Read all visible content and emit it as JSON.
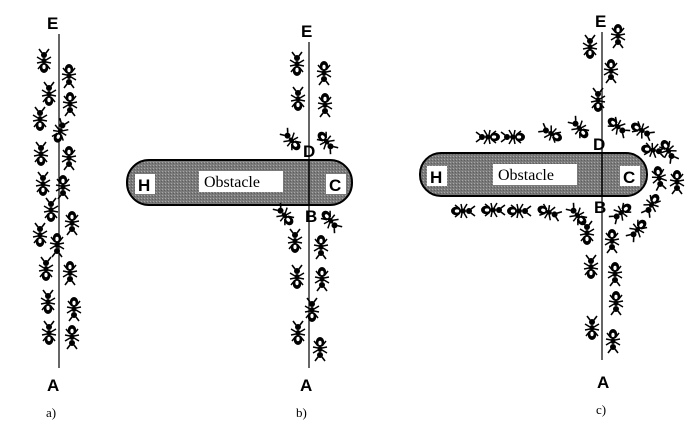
{
  "panels": [
    {
      "caption": "a)",
      "top_label": "E",
      "bottom_label": "A"
    },
    {
      "caption": "b)",
      "top_label": "E",
      "bottom_label": "A",
      "upper_crossing_label": "D",
      "lower_crossing_label": "B",
      "obstacle": {
        "label": "Obstacle",
        "left_end": "H",
        "right_end": "C"
      }
    },
    {
      "caption": "c)",
      "top_label": "E",
      "bottom_label": "A",
      "upper_crossing_label": "D",
      "lower_crossing_label": "B",
      "obstacle": {
        "label": "Obstacle",
        "left_end": "H",
        "right_end": "C"
      }
    }
  ],
  "colors": {
    "obstacle_fill": "#8c8c8c",
    "ink": "#000000",
    "paper": "#ffffff"
  },
  "icons": {
    "agent": "ant-icon"
  }
}
